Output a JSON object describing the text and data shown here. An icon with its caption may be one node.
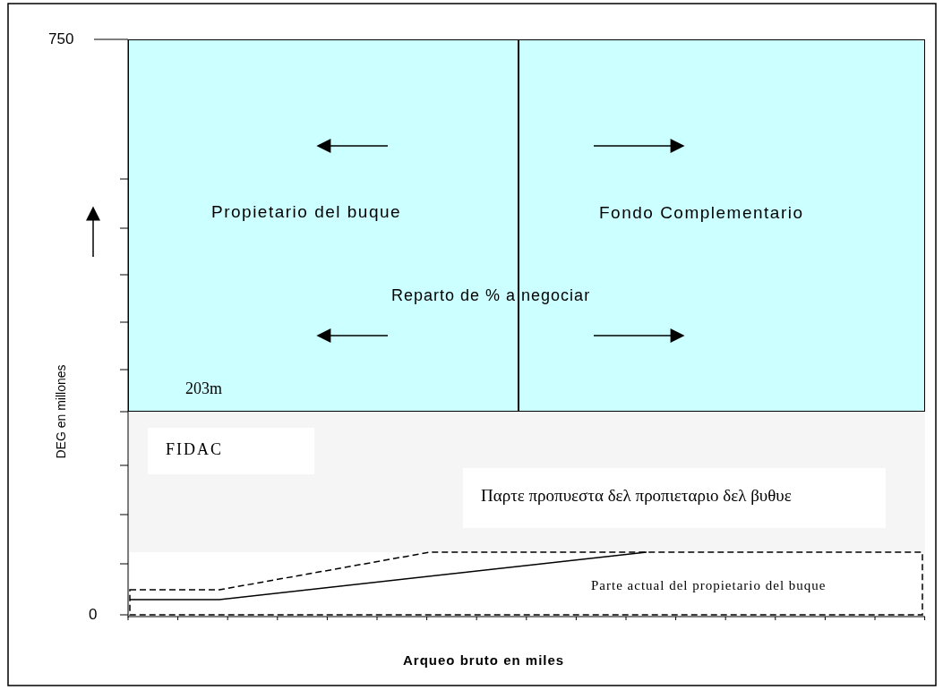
{
  "diagram": {
    "nodes": [
      {
        "text": [
          "Propietario del buque"
        ]
      },
      {
        "text": [
          "Fondo Complementario"
        ]
      },
      {
        "text": [
          "FIDAC"
        ]
      },
      {
        "text": [
          "Παρτε προπυεστα δελ προπιεταριο δελ βυθυε"
        ]
      },
      {
        "text": [
          "Parte actual del propietario del buque"
        ]
      }
    ],
    "labels": [
      "750",
      "203m",
      "Reparto de % a negociar",
      "DEG en millones",
      "0",
      "Arqueo bruto en miles"
    ]
  }
}
